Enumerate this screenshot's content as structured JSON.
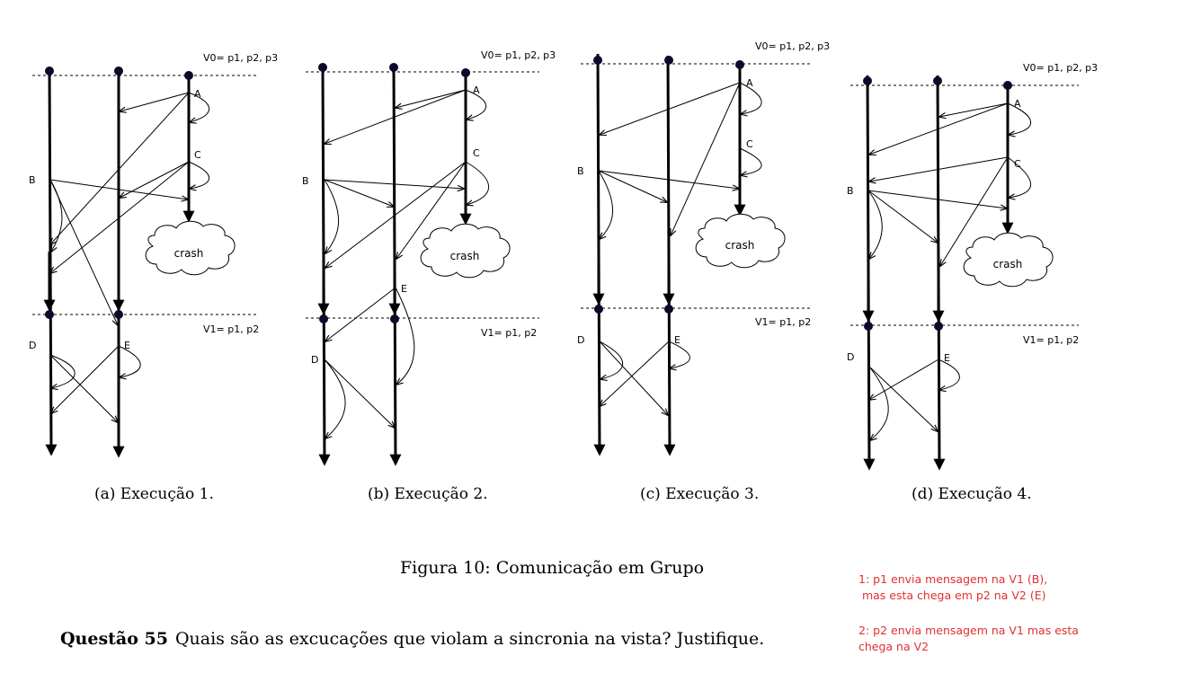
{
  "diagrams": [
    {
      "caption": "(a) Execução 1.",
      "view0": "V0= p1, p2, p3",
      "view1": "V1= p1, p2",
      "crash": "crash",
      "labels": {
        "A": "A",
        "B": "B",
        "C": "C",
        "D": "D",
        "E": "E"
      }
    },
    {
      "caption": "(b) Execução 2.",
      "view0": "V0= p1, p2, p3",
      "view1": "V1= p1, p2",
      "crash": "crash",
      "labels": {
        "A": "A",
        "B": "B",
        "C": "C",
        "D": "D",
        "E": "E"
      }
    },
    {
      "caption": "(c) Execução 3.",
      "view0": "V0= p1, p2, p3",
      "view1": "V1= p1, p2",
      "crash": "crash",
      "labels": {
        "A": "A",
        "B": "B",
        "C": "C",
        "D": "D",
        "E": "E"
      }
    },
    {
      "caption": "(d) Execução 4.",
      "view0": "V0= p1, p2, p3",
      "view1": "V1= p1, p2",
      "crash": "crash",
      "labels": {
        "A": "A",
        "B": "B",
        "C": "C",
        "D": "D",
        "E": "E"
      }
    }
  ],
  "figure_caption": "Figura 10: Comunicação em Grupo",
  "question": {
    "number": "Questão 55",
    "text": "Quais são as excucações que violam a sincronia na vista? Justifique."
  },
  "notes": {
    "note1": "1: p1 envia mensagem na V1 (B),\n mas esta chega em p2 na V2 (E)",
    "note2": "2: p2 envia mensagem na V1 mas esta\nchega na V2"
  },
  "colors": {
    "ink": "#000000",
    "dot": "#0a0a2a",
    "note": "#e03030"
  }
}
